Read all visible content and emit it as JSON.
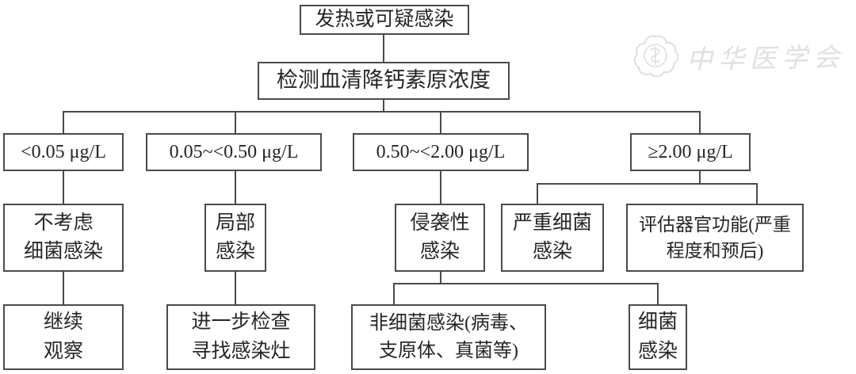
{
  "flowchart": {
    "start": "发热或可疑感染",
    "test": "检测血清降钙素原浓度",
    "ranges": {
      "r1": "<0.05 μg/L",
      "r2": "0.05~<0.50 μg/L",
      "r3": "0.50~<2.00 μg/L",
      "r4": "≥2.00 μg/L"
    },
    "interpretations": {
      "no_bacterial_infection": "不考虑\n细菌感染",
      "local_infection": "局部\n感染",
      "invasive_infection": "侵袭性\n感染",
      "severe_bacterial_infection": "严重细菌\n感染",
      "assess_organ_function": "评估器官功能(严重\n程度和预后)"
    },
    "actions": {
      "continue_observation": "继续\n观察",
      "further_examination": "进一步检查\n寻找感染灶",
      "non_bacterial_infection": "非细菌感染(病毒、\n支原体、真菌等)",
      "bacterial_infection": "细菌\n感染"
    }
  },
  "watermark": {
    "text": "中华医学会",
    "logo_icon": "cma-plum-blossom-emblem"
  },
  "colors": {
    "background": "#ffffff",
    "box_border": "#4a4a4a",
    "connector": "#4a4a4a",
    "text": "#262626",
    "watermark": "#e0e0e3"
  }
}
